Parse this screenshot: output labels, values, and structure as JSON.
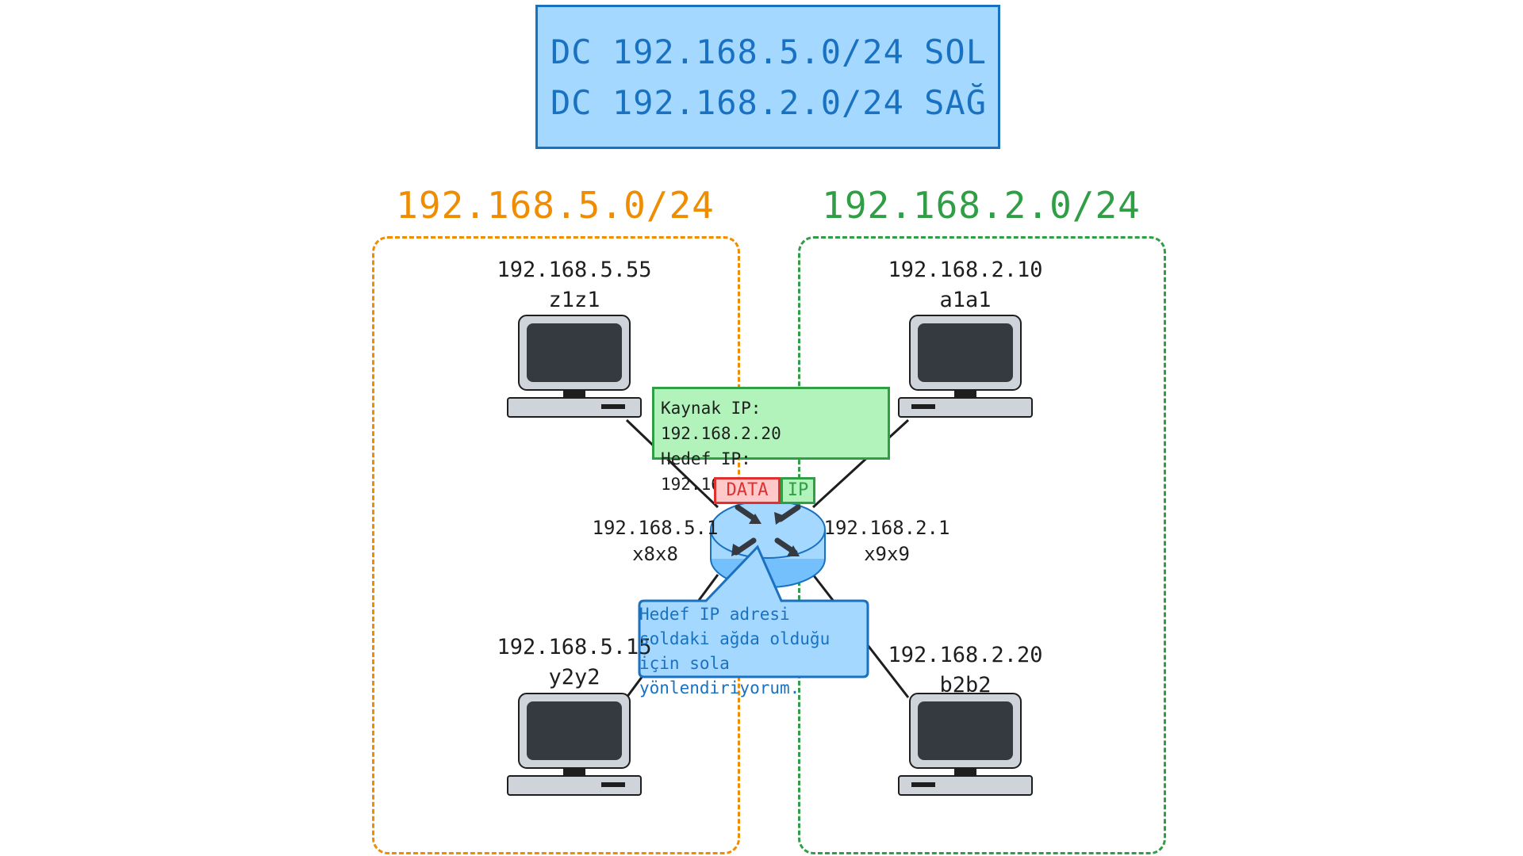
{
  "routing_table": {
    "rows": [
      {
        "type": "DC",
        "network": "192.168.5.0/24",
        "direction": "SOL"
      },
      {
        "type": "DC",
        "network": "192.168.2.0/24",
        "direction": "SAĞ"
      }
    ]
  },
  "networks": {
    "left": {
      "title": "192.168.5.0/24",
      "color": "#f08c00"
    },
    "right": {
      "title": "192.168.2.0/24",
      "color": "#2f9e44"
    }
  },
  "hosts": {
    "z1z1": {
      "ip": "192.168.5.55",
      "name": "z1z1"
    },
    "y2y2": {
      "ip": "192.168.5.15",
      "name": "y2y2"
    },
    "a1a1": {
      "ip": "192.168.2.10",
      "name": "a1a1"
    },
    "b2b2": {
      "ip": "192.168.2.20",
      "name": "b2b2"
    }
  },
  "router": {
    "left_port": {
      "ip": "192.168.5.1",
      "name": "x8x8"
    },
    "right_port": {
      "ip": "192.168.2.1",
      "name": "x9x9"
    }
  },
  "packet": {
    "header_line1": "Kaynak IP: 192.168.2.20",
    "header_line2": "Hedef IP: 192.168.5.15",
    "data_tag": "DATA",
    "ip_tag": "IP"
  },
  "callout": {
    "line1": "Hedef IP adresi",
    "line2": "soldaki ağda olduğu",
    "line3": "için sola yönlendiriyorum."
  },
  "colors": {
    "table_fill": "#a5d8ff",
    "table_stroke": "#1971c2",
    "header_fill": "#b2f2bb",
    "data_fill": "#ffc9c9",
    "router_fill": "#a5d8ff"
  },
  "icons": {
    "computer": "computer-icon",
    "router": "router-icon"
  }
}
